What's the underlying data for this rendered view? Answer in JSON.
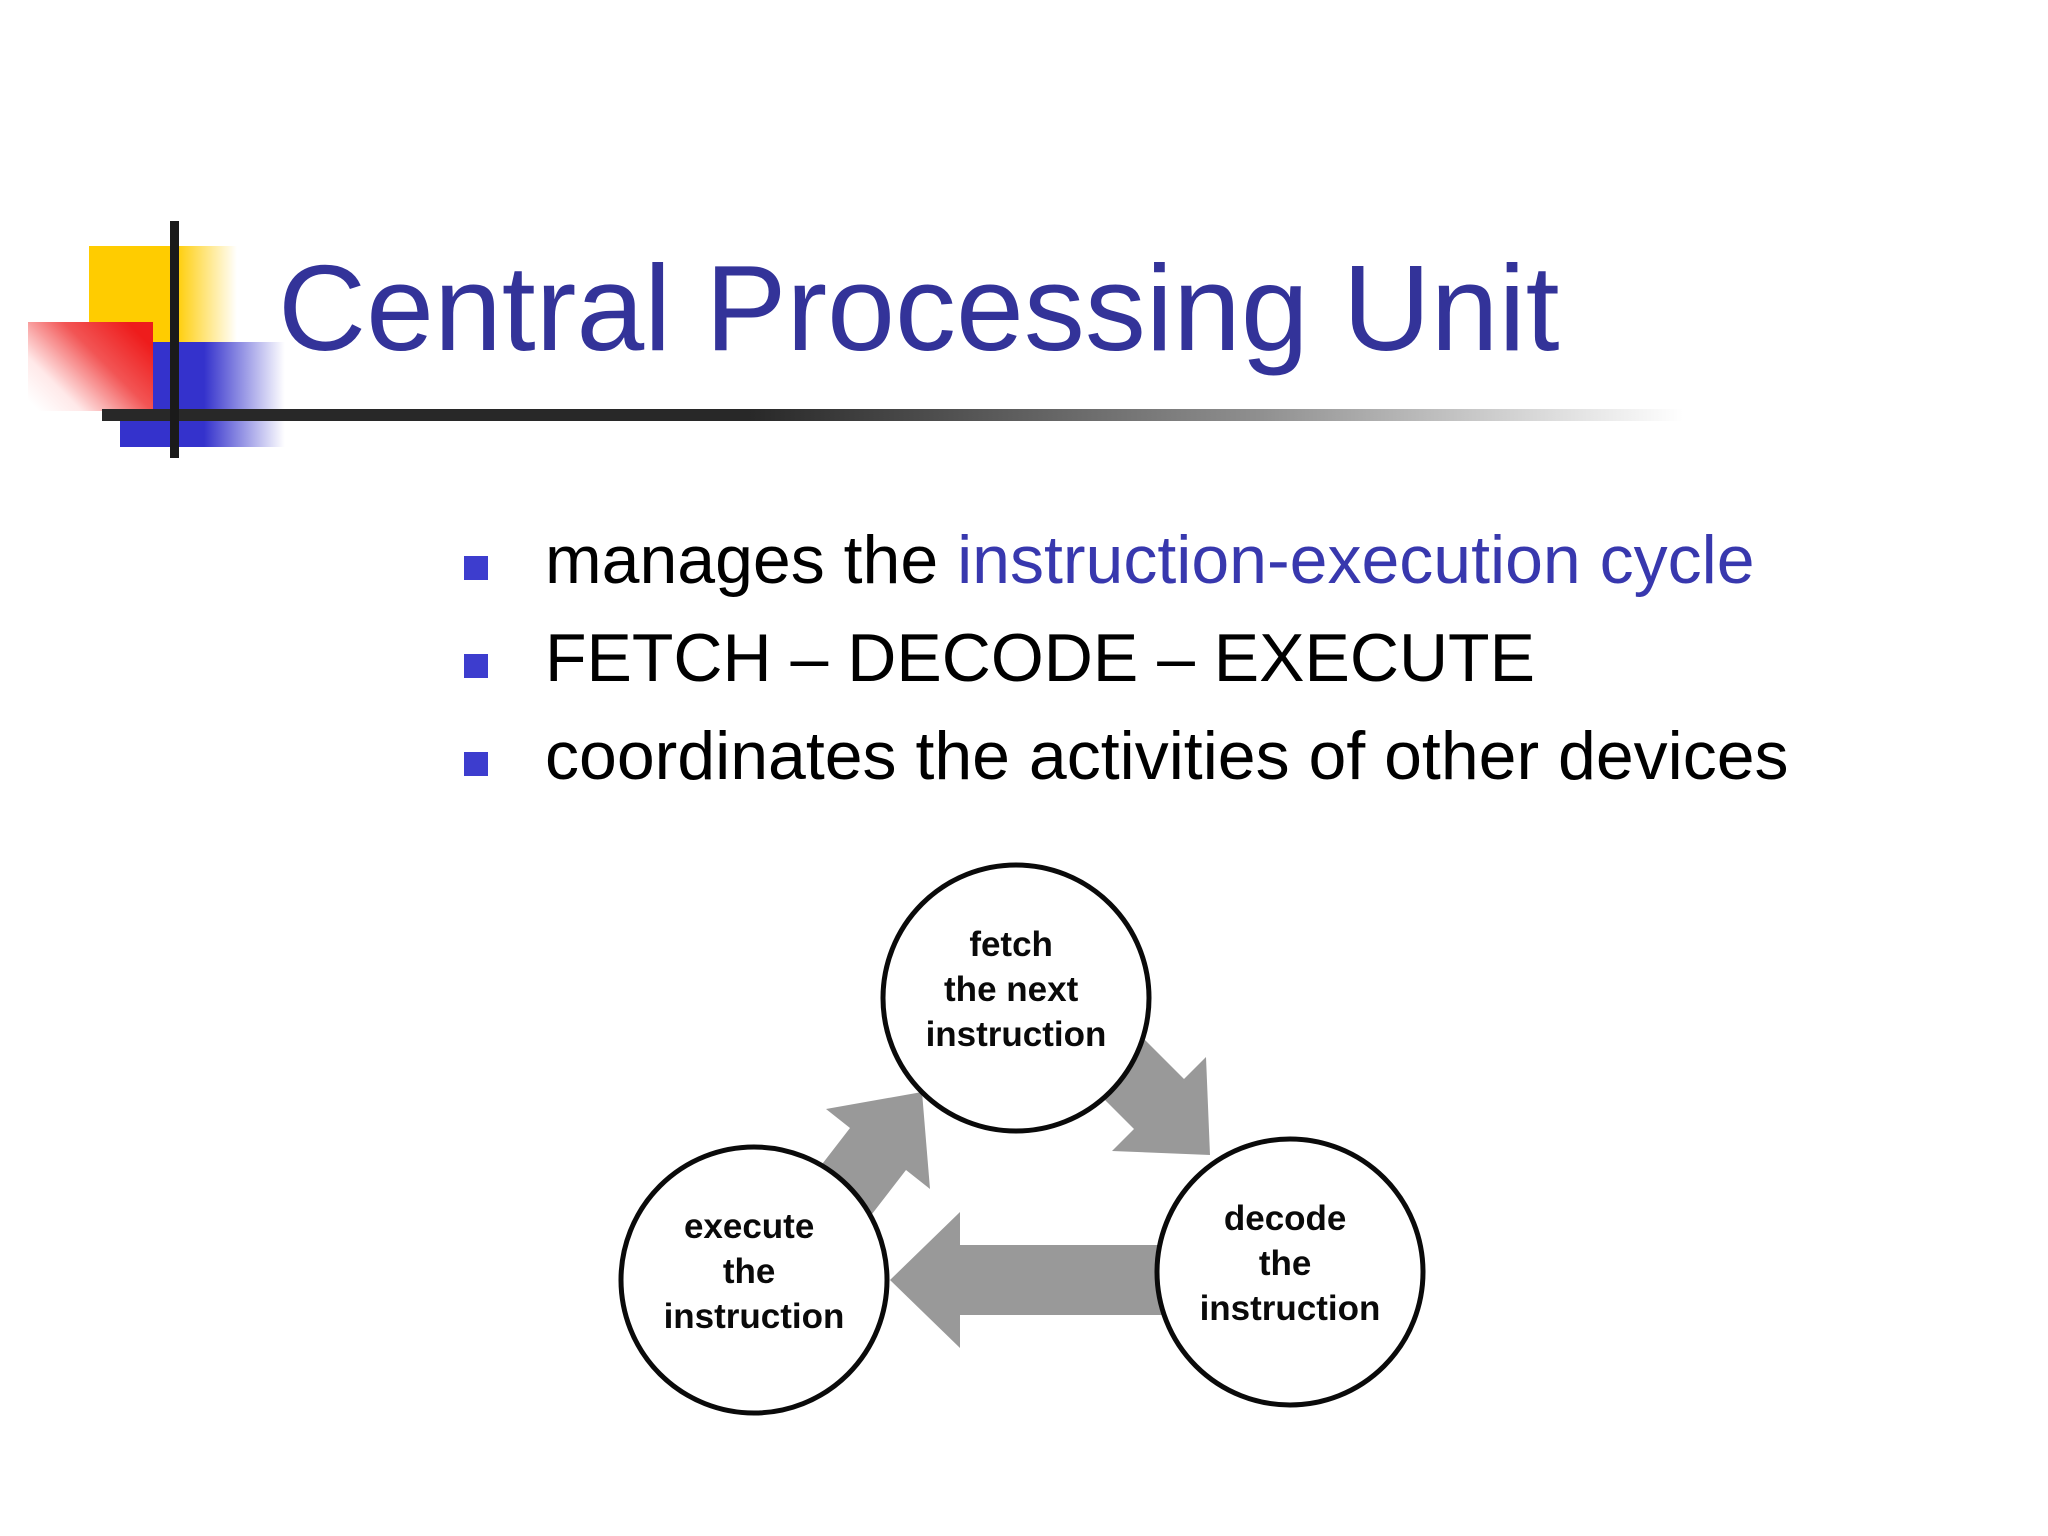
{
  "slide": {
    "title": "Central Processing Unit",
    "bullets": [
      {
        "text": "manages the ",
        "highlight": "instruction-execution cycle"
      },
      {
        "text": "FETCH – DECODE – EXECUTE",
        "highlight": ""
      },
      {
        "text": "coordinates the activities of other devices",
        "highlight": ""
      }
    ],
    "diagram": {
      "nodes": [
        {
          "id": "fetch",
          "lines": [
            "fetch",
            "the next",
            "instruction"
          ]
        },
        {
          "id": "decode",
          "lines": [
            "decode",
            "the",
            "instruction"
          ]
        },
        {
          "id": "execute",
          "lines": [
            "execute",
            "the",
            "instruction"
          ]
        }
      ],
      "arrows": [
        {
          "from": "fetch",
          "to": "decode"
        },
        {
          "from": "decode",
          "to": "execute"
        },
        {
          "from": "execute",
          "to": "fetch"
        }
      ]
    },
    "colors": {
      "title_text": "#333399",
      "highlight_text": "#3838AE",
      "body_text": "#000000",
      "bullet_marker": "#3D3DCE",
      "arrow_gray": "#999999",
      "accent_yellow": "#FFCC00",
      "accent_red": "#EE1C1C",
      "accent_blue": "#3432CC",
      "rule_line": "#282828"
    }
  }
}
